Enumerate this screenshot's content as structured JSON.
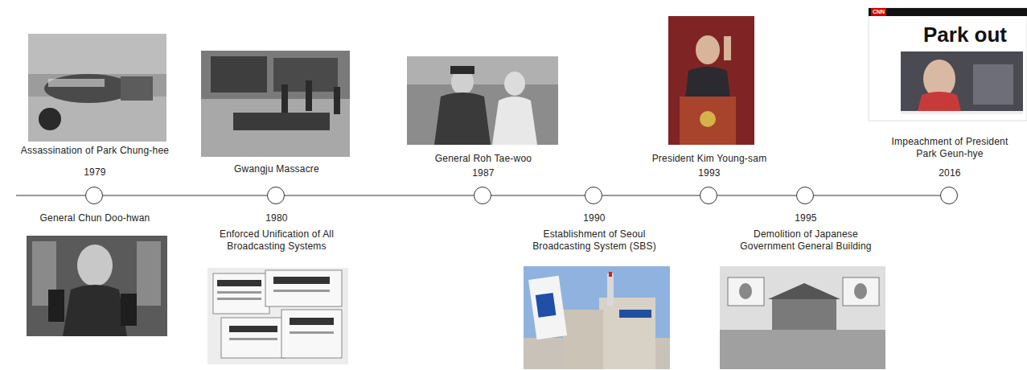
{
  "diagram": {
    "nodes": [
      {
        "text": [
          "Assassination of Park Chung-hee",
          "1979",
          "General Chun Doo-hwan"
        ]
      },
      {
        "text": [
          "Gwangju Massacre",
          "1980",
          "Enforced Unification of All Broadcasting Systems"
        ]
      },
      {
        "text": [
          "General Roh Tae-woo",
          "1987"
        ]
      },
      {
        "text": [
          "1990",
          "Establishment of Seoul Broadcasting System (SBS)"
        ]
      },
      {
        "text": [
          "President Kim Young-sam",
          "1993"
        ]
      },
      {
        "text": [
          "1995",
          "Demolition of Japanese Government General Building"
        ]
      },
      {
        "text": [
          "Impeachment of President Park Geun-hye",
          "2016"
        ]
      }
    ],
    "edges": [
      {
        "from": 0,
        "to": 1,
        "arrow": "none"
      },
      {
        "from": 1,
        "to": 2,
        "arrow": "none"
      },
      {
        "from": 2,
        "to": 3,
        "arrow": "none"
      },
      {
        "from": 3,
        "to": 4,
        "arrow": "none"
      },
      {
        "from": 4,
        "to": 5,
        "arrow": "none"
      },
      {
        "from": 5,
        "to": 6,
        "arrow": "none"
      }
    ],
    "labels": [
      "CNN",
      "Park out"
    ]
  }
}
